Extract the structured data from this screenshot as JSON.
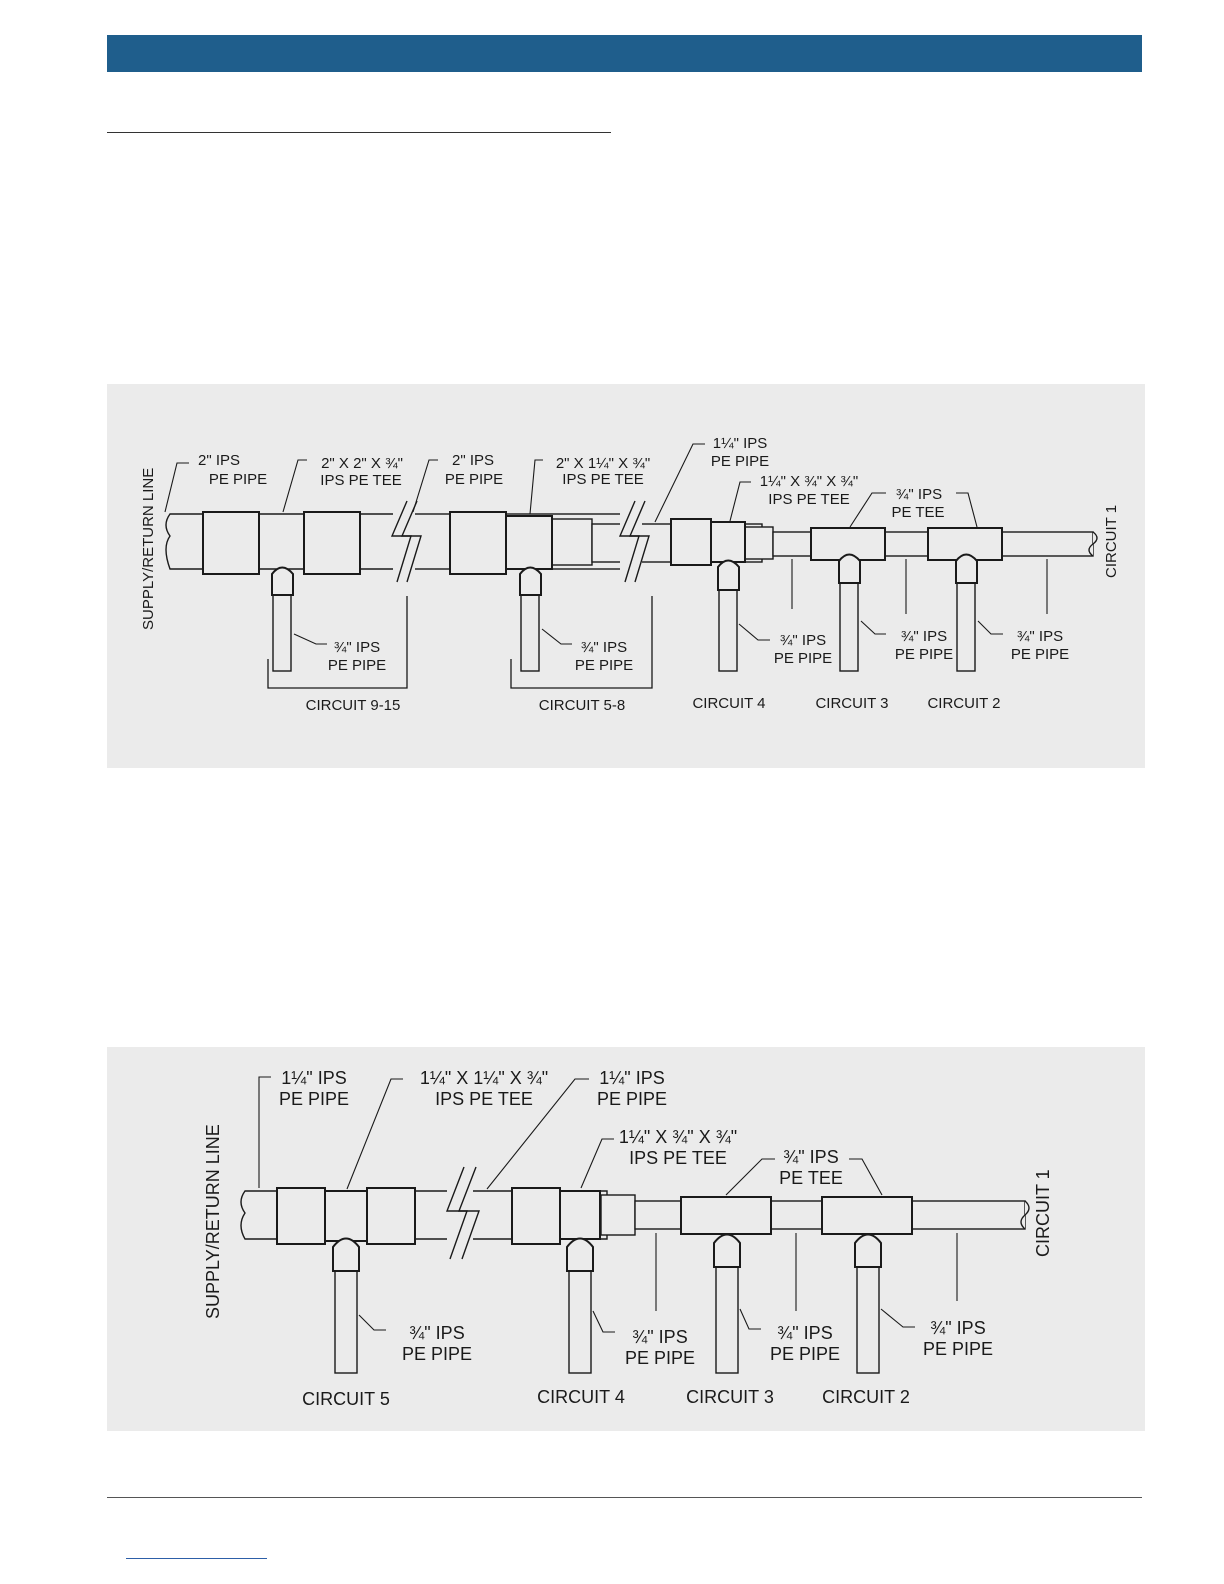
{
  "diagram1": {
    "supply": "SUPPLY/RETURN LINE",
    "circuit1": "CIRCUIT 1",
    "l_2ips_a": [
      "2\" IPS",
      "PE PIPE"
    ],
    "l_tee_2x2": [
      "2\" X 2\" X ¾\"",
      "IPS PE TEE"
    ],
    "l_2ips_b": [
      "2\" IPS",
      "PE PIPE"
    ],
    "l_tee_2x1": [
      "2\" X 1¼\" X ¾\"",
      "IPS PE TEE"
    ],
    "l_114ips": [
      "1¼\" IPS",
      "PE PIPE"
    ],
    "l_tee_114": [
      "1¼\" X ¾\" X ¾\"",
      "IPS PE TEE"
    ],
    "l_34tee": [
      "¾\" IPS",
      "PE TEE"
    ],
    "l_b1": [
      "¾\" IPS",
      "PE PIPE"
    ],
    "l_b2": [
      "¾\" IPS",
      "PE PIPE"
    ],
    "l_b3": [
      "¾\" IPS",
      "PE PIPE"
    ],
    "l_b4": [
      "¾\" IPS",
      "PE PIPE"
    ],
    "l_b5": [
      "¾\" IPS",
      "PE PIPE"
    ],
    "c915": "CIRCUIT 9-15",
    "c58": "CIRCUIT 5-8",
    "c4": "CIRCUIT 4",
    "c3": "CIRCUIT 3",
    "c2": "CIRCUIT 2"
  },
  "diagram2": {
    "supply": "SUPPLY/RETURN LINE",
    "circuit1": "CIRCUIT 1",
    "l_114a": [
      "1¼\" IPS",
      "PE PIPE"
    ],
    "l_tee_a": [
      "1¼\" X 1¼\" X ¾\"",
      "IPS PE TEE"
    ],
    "l_114b": [
      "1¼\" IPS",
      "PE PIPE"
    ],
    "l_tee_b": [
      "1¼\" X ¾\" X ¾\"",
      "IPS PE TEE"
    ],
    "l_34tee": [
      "¾\" IPS",
      "PE TEE"
    ],
    "l_b1": [
      "¾\" IPS",
      "PE PIPE"
    ],
    "l_b2": [
      "¾\" IPS",
      "PE PIPE"
    ],
    "l_b3": [
      "¾\" IPS",
      "PE PIPE"
    ],
    "l_b4": [
      "¾\" IPS",
      "PE PIPE"
    ],
    "c5": "CIRCUIT 5",
    "c4": "CIRCUIT 4",
    "c3": "CIRCUIT 3",
    "c2": "CIRCUIT 2"
  }
}
